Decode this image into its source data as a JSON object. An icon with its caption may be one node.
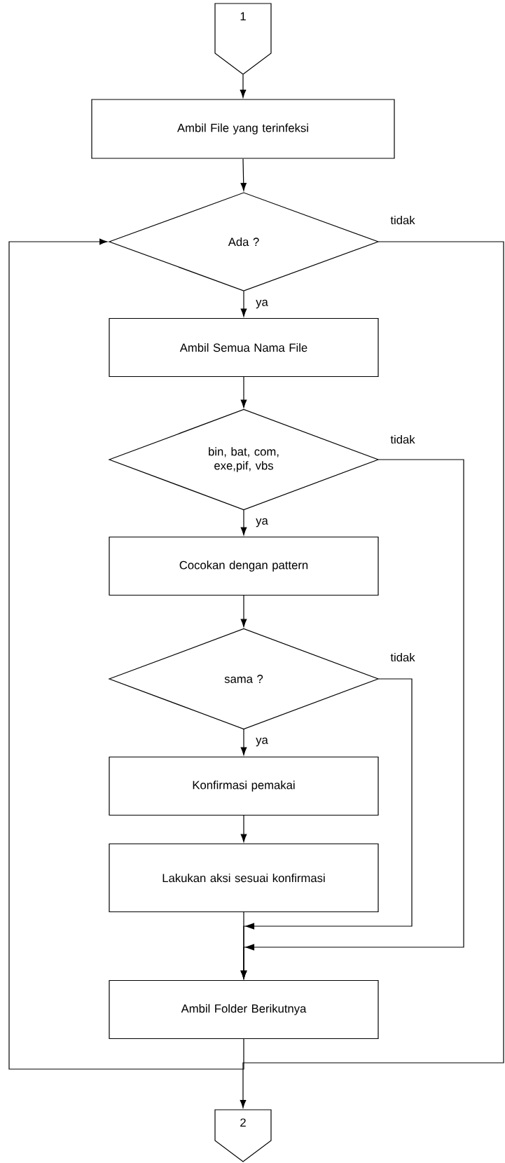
{
  "diagram": {
    "nodes": [
      {
        "text": [
          "1"
        ]
      },
      {
        "text": [
          "Ambil File yang terinfeksi"
        ]
      },
      {
        "text": [
          "Ada ?"
        ]
      },
      {
        "text": [
          "Ambil Semua Nama File"
        ]
      },
      {
        "text": [
          "bin, bat, com, exe,pif, vbs"
        ]
      },
      {
        "text": [
          "Cocokan dengan pattern"
        ]
      },
      {
        "text": [
          "sama ?"
        ]
      },
      {
        "text": [
          "Konfirmasi pemakai"
        ]
      },
      {
        "text": [
          "Lakukan aksi sesuai konfirmasi"
        ]
      },
      {
        "text": [
          "Ambil Folder Berikutnya"
        ]
      },
      {
        "text": [
          "2"
        ]
      }
    ],
    "edges": [
      {
        "from": 0,
        "to": 1,
        "arrow": "to"
      },
      {
        "from": 1,
        "to": 2,
        "arrow": "to"
      },
      {
        "from": 2,
        "to": 3,
        "arrow": "to",
        "label": "ya"
      },
      {
        "from": 3,
        "to": 4,
        "arrow": "to"
      },
      {
        "from": 4,
        "to": 5,
        "arrow": "to",
        "label": "ya"
      },
      {
        "from": 5,
        "to": 6,
        "arrow": "to"
      },
      {
        "from": 6,
        "to": 7,
        "arrow": "to",
        "label": "ya"
      },
      {
        "from": 7,
        "to": 8,
        "arrow": "to"
      },
      {
        "from": 8,
        "to": 9,
        "arrow": "to"
      },
      {
        "from": 6,
        "to": 9,
        "arrow": "to",
        "label": "tidak"
      },
      {
        "from": 4,
        "to": 9,
        "arrow": "to",
        "label": "tidak"
      },
      {
        "from": 9,
        "to": 2,
        "arrow": "to"
      },
      {
        "from": 2,
        "to": 10,
        "arrow": "to",
        "label": "tidak"
      }
    ]
  }
}
